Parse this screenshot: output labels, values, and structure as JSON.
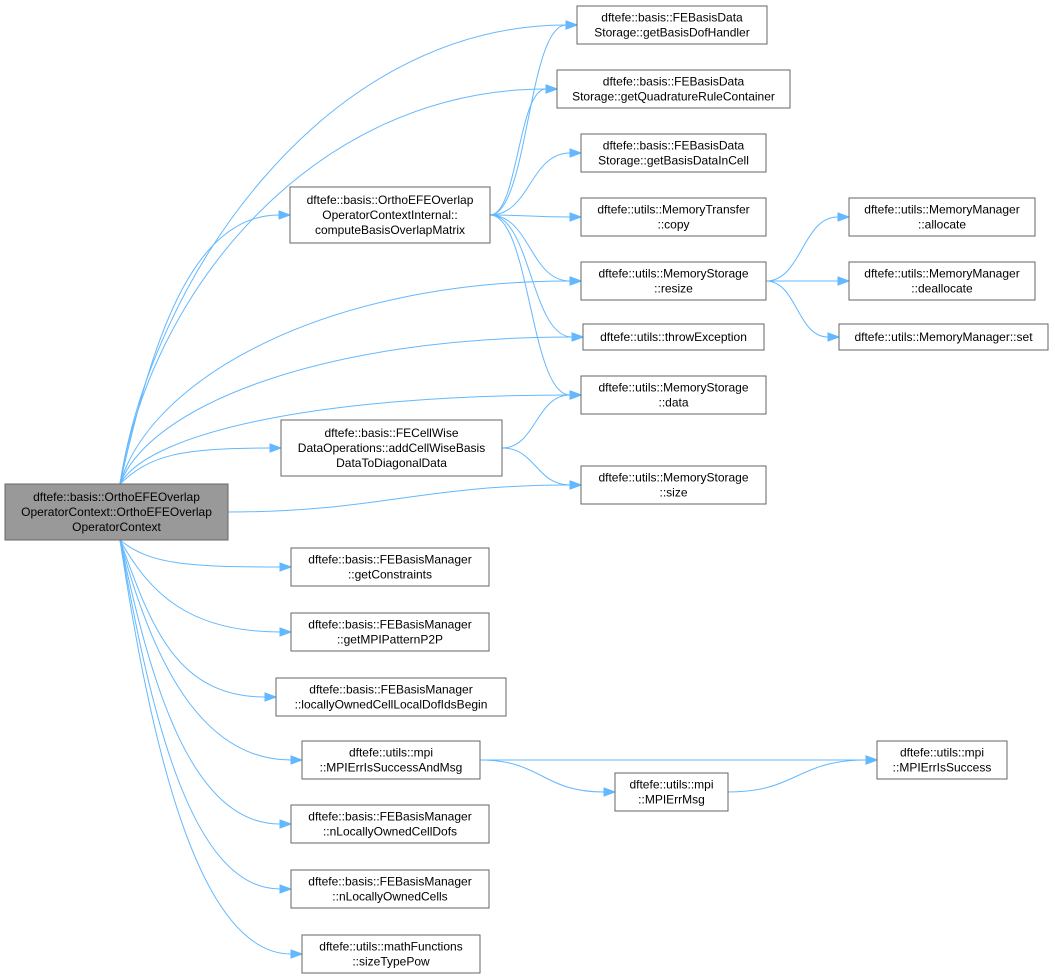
{
  "colors": {
    "edge": "#63b8ff",
    "root_fill": "#999999",
    "node_fill": "#ffffff",
    "border": "#666666"
  },
  "nodes": [
    {
      "id": "root",
      "lines": [
        "dftefe::basis::OrthoEFEOverlap",
        "OperatorContext::OrthoEFEOverlap",
        "OperatorContext"
      ]
    },
    {
      "id": "n_getBasisDofHandler",
      "lines": [
        "dftefe::basis::FEBasisData",
        "Storage::getBasisDofHandler"
      ]
    },
    {
      "id": "n_getQuadratureRuleContainer",
      "lines": [
        "dftefe::basis::FEBasisData",
        "Storage::getQuadratureRuleContainer"
      ]
    },
    {
      "id": "n_getBasisDataInCell",
      "lines": [
        "dftefe::basis::FEBasisData",
        "Storage::getBasisDataInCell"
      ]
    },
    {
      "id": "n_computeBasisOverlapMatrix",
      "lines": [
        "dftefe::basis::OrthoEFEOverlap",
        "OperatorContextInternal::",
        "computeBasisOverlapMatrix"
      ]
    },
    {
      "id": "n_copy",
      "lines": [
        "dftefe::utils::MemoryTransfer",
        "::copy"
      ]
    },
    {
      "id": "n_allocate",
      "lines": [
        "dftefe::utils::MemoryManager",
        "::allocate"
      ]
    },
    {
      "id": "n_resize",
      "lines": [
        "dftefe::utils::MemoryStorage",
        "::resize"
      ]
    },
    {
      "id": "n_deallocate",
      "lines": [
        "dftefe::utils::MemoryManager",
        "::deallocate"
      ]
    },
    {
      "id": "n_throwException",
      "lines": [
        "dftefe::utils::throwException"
      ]
    },
    {
      "id": "n_set",
      "lines": [
        "dftefe::utils::MemoryManager::set"
      ]
    },
    {
      "id": "n_data",
      "lines": [
        "dftefe::utils::MemoryStorage",
        "::data"
      ]
    },
    {
      "id": "n_addCellWise",
      "lines": [
        "dftefe::basis::FECellWise",
        "DataOperations::addCellWiseBasis",
        "DataToDiagonalData"
      ]
    },
    {
      "id": "n_size",
      "lines": [
        "dftefe::utils::MemoryStorage",
        "::size"
      ]
    },
    {
      "id": "n_getConstraints",
      "lines": [
        "dftefe::basis::FEBasisManager",
        "::getConstraints"
      ]
    },
    {
      "id": "n_getMPIPatternP2P",
      "lines": [
        "dftefe::basis::FEBasisManager",
        "::getMPIPatternP2P"
      ]
    },
    {
      "id": "n_locallyOwnedCellLocalDofIdsBegin",
      "lines": [
        "dftefe::basis::FEBasisManager",
        "::locallyOwnedCellLocalDofIdsBegin"
      ]
    },
    {
      "id": "n_MPIErrIsSuccessAndMsg",
      "lines": [
        "dftefe::utils::mpi",
        "::MPIErrIsSuccessAndMsg"
      ]
    },
    {
      "id": "n_MPIErrIsSuccess",
      "lines": [
        "dftefe::utils::mpi",
        "::MPIErrIsSuccess"
      ]
    },
    {
      "id": "n_MPIErrMsg",
      "lines": [
        "dftefe::utils::mpi",
        "::MPIErrMsg"
      ]
    },
    {
      "id": "n_nLocallyOwnedCellDofs",
      "lines": [
        "dftefe::basis::FEBasisManager",
        "::nLocallyOwnedCellDofs"
      ]
    },
    {
      "id": "n_nLocallyOwnedCells",
      "lines": [
        "dftefe::basis::FEBasisManager",
        "::nLocallyOwnedCells"
      ]
    },
    {
      "id": "n_sizeTypePow",
      "lines": [
        "dftefe::utils::mathFunctions",
        "::sizeTypePow"
      ]
    }
  ],
  "edges": [
    [
      "root",
      "n_getBasisDofHandler"
    ],
    [
      "root",
      "n_getQuadratureRuleContainer"
    ],
    [
      "root",
      "n_computeBasisOverlapMatrix"
    ],
    [
      "root",
      "n_resize"
    ],
    [
      "root",
      "n_throwException"
    ],
    [
      "root",
      "n_data"
    ],
    [
      "root",
      "n_addCellWise"
    ],
    [
      "root",
      "n_size"
    ],
    [
      "root",
      "n_getConstraints"
    ],
    [
      "root",
      "n_getMPIPatternP2P"
    ],
    [
      "root",
      "n_locallyOwnedCellLocalDofIdsBegin"
    ],
    [
      "root",
      "n_MPIErrIsSuccessAndMsg"
    ],
    [
      "root",
      "n_nLocallyOwnedCellDofs"
    ],
    [
      "root",
      "n_nLocallyOwnedCells"
    ],
    [
      "root",
      "n_sizeTypePow"
    ],
    [
      "n_computeBasisOverlapMatrix",
      "n_getBasisDofHandler"
    ],
    [
      "n_computeBasisOverlapMatrix",
      "n_getQuadratureRuleContainer"
    ],
    [
      "n_computeBasisOverlapMatrix",
      "n_getBasisDataInCell"
    ],
    [
      "n_computeBasisOverlapMatrix",
      "n_copy"
    ],
    [
      "n_computeBasisOverlapMatrix",
      "n_resize"
    ],
    [
      "n_computeBasisOverlapMatrix",
      "n_throwException"
    ],
    [
      "n_computeBasisOverlapMatrix",
      "n_data"
    ],
    [
      "n_resize",
      "n_allocate"
    ],
    [
      "n_resize",
      "n_deallocate"
    ],
    [
      "n_resize",
      "n_set"
    ],
    [
      "n_addCellWise",
      "n_data"
    ],
    [
      "n_addCellWise",
      "n_size"
    ],
    [
      "n_MPIErrIsSuccessAndMsg",
      "n_MPIErrIsSuccess"
    ],
    [
      "n_MPIErrIsSuccessAndMsg",
      "n_MPIErrMsg"
    ],
    [
      "n_MPIErrMsg",
      "n_MPIErrIsSuccess"
    ]
  ]
}
